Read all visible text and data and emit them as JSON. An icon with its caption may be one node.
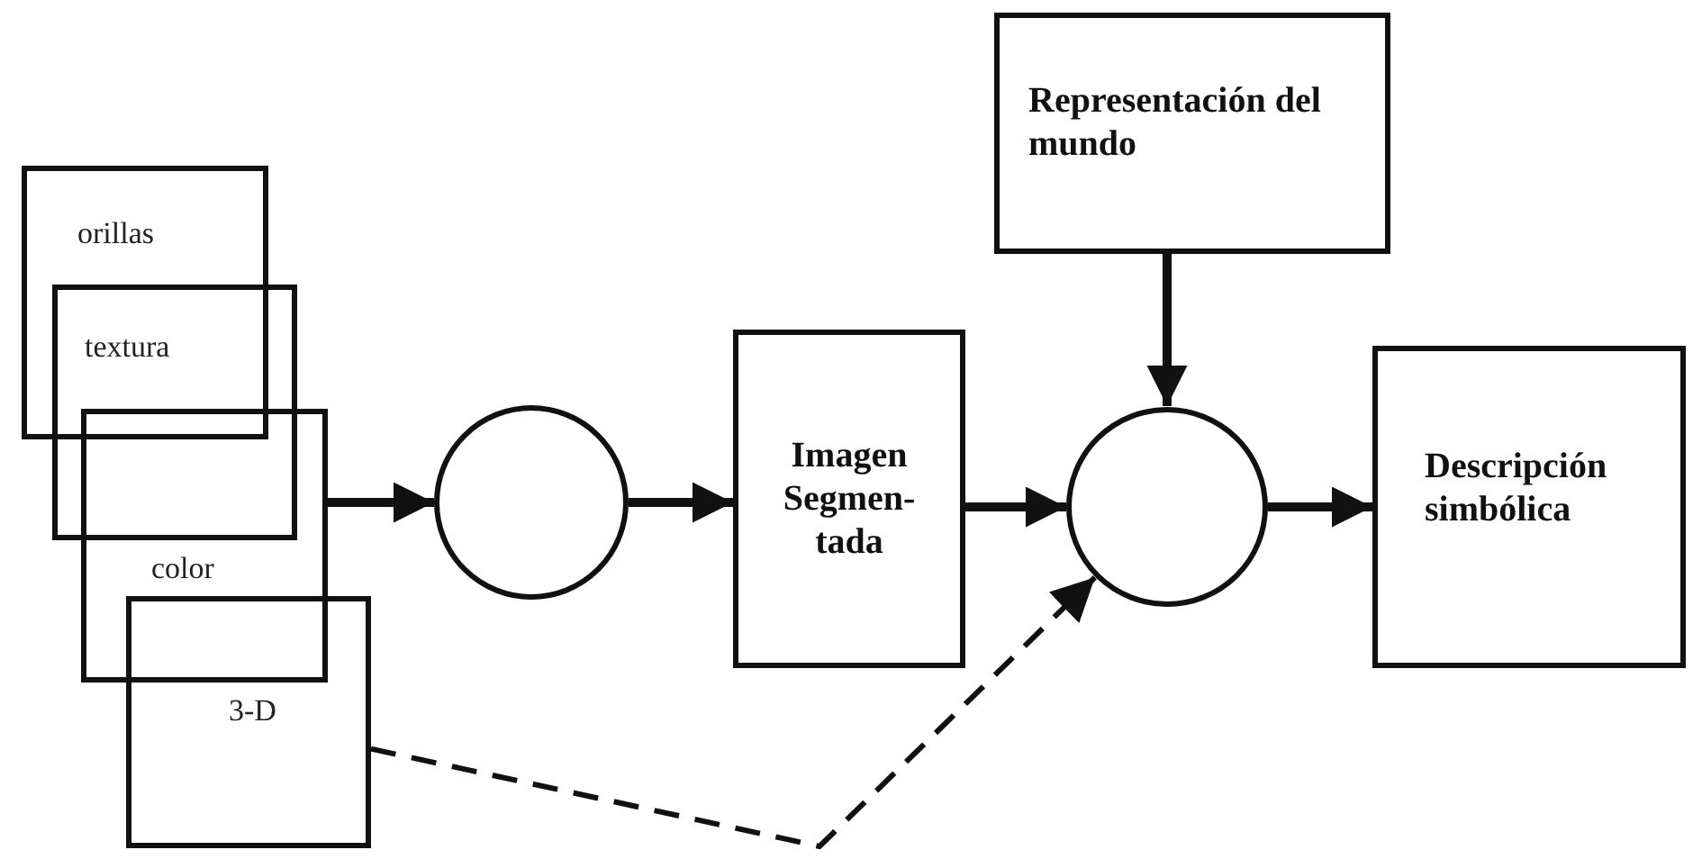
{
  "diagram": {
    "nodes": [
      {
        "text": [
          "orillas"
        ]
      },
      {
        "text": [
          "textura"
        ]
      },
      {
        "text": [
          "color"
        ]
      },
      {
        "text": [
          "3-D"
        ]
      },
      {
        "text": [],
        "shape": "circle"
      },
      {
        "text": [
          "Imagen Segmen- tada"
        ]
      },
      {
        "text": [
          "Representación del mundo"
        ]
      },
      {
        "text": [],
        "shape": "circle"
      },
      {
        "text": [
          "Descripción simbólica"
        ]
      }
    ],
    "edges": [
      {
        "from": 2,
        "to": 4,
        "arrow": "to"
      },
      {
        "from": 4,
        "to": 5,
        "arrow": "to"
      },
      {
        "from": 5,
        "to": 7,
        "arrow": "to"
      },
      {
        "from": 6,
        "to": 7,
        "arrow": "to"
      },
      {
        "from": 7,
        "to": 8,
        "arrow": "to"
      },
      {
        "from": 3,
        "to": 7,
        "arrow": "to",
        "style": "dashed"
      }
    ]
  }
}
